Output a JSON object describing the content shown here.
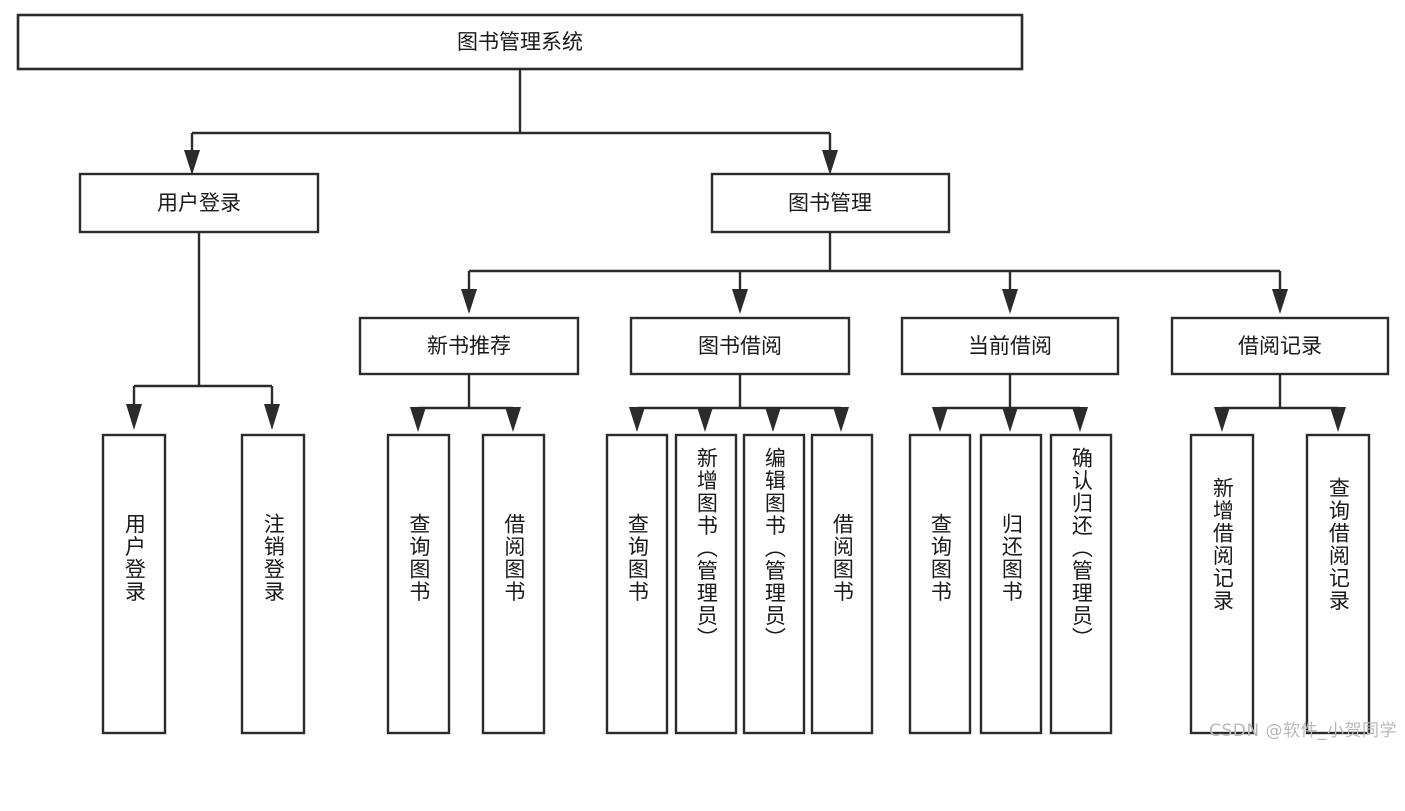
{
  "diagram": {
    "type": "tree-hierarchy-chart",
    "title": "图书管理系统",
    "orientation": "top-down",
    "colors": {
      "box_fill": "#ffffff",
      "box_stroke": "#2b2b2b",
      "text": "#1a1a1a",
      "background": "#ffffff",
      "watermark": "#b9b9b9"
    },
    "root": {
      "id": "root",
      "label": "图书管理系统",
      "level": 1,
      "orientation": "horizontal"
    },
    "level2": [
      {
        "id": "user-login",
        "label": "用户登录",
        "level": 2,
        "orientation": "horizontal"
      },
      {
        "id": "book-management",
        "label": "图书管理",
        "level": 2,
        "orientation": "horizontal"
      }
    ],
    "level3": [
      {
        "id": "new-book-recommend",
        "label": "新书推荐",
        "level": 3,
        "parent": "book-management",
        "orientation": "horizontal"
      },
      {
        "id": "book-borrow",
        "label": "图书借阅",
        "level": 3,
        "parent": "book-management",
        "orientation": "horizontal"
      },
      {
        "id": "current-borrow",
        "label": "当前借阅",
        "level": 3,
        "parent": "book-management",
        "orientation": "horizontal"
      },
      {
        "id": "borrow-record",
        "label": "借阅记录",
        "level": 3,
        "parent": "book-management",
        "orientation": "horizontal"
      }
    ],
    "leaves": [
      {
        "id": "leaf-user-login",
        "label": "用户登录",
        "parent": "user-login",
        "orientation": "vertical"
      },
      {
        "id": "leaf-logout",
        "label": "注销登录",
        "parent": "user-login",
        "orientation": "vertical"
      },
      {
        "id": "leaf-query-book-recommend",
        "label": "查询图书",
        "parent": "new-book-recommend",
        "orientation": "vertical"
      },
      {
        "id": "leaf-borrow-book-recommend",
        "label": "借阅图书",
        "parent": "new-book-recommend",
        "orientation": "vertical"
      },
      {
        "id": "leaf-query-book-borrow",
        "label": "查询图书",
        "parent": "book-borrow",
        "orientation": "vertical"
      },
      {
        "id": "leaf-add-book-admin",
        "label": "新增图书（管理员）",
        "parent": "book-borrow",
        "orientation": "vertical"
      },
      {
        "id": "leaf-edit-book-admin",
        "label": "编辑图书（管理员）",
        "parent": "book-borrow",
        "orientation": "vertical"
      },
      {
        "id": "leaf-borrow-book",
        "label": "借阅图书",
        "parent": "book-borrow",
        "orientation": "vertical"
      },
      {
        "id": "leaf-query-book-current",
        "label": "查询图书",
        "parent": "current-borrow",
        "orientation": "vertical"
      },
      {
        "id": "leaf-return-book",
        "label": "归还图书",
        "parent": "current-borrow",
        "orientation": "vertical"
      },
      {
        "id": "leaf-confirm-return-admin",
        "label": "确认归还（管理员）",
        "parent": "current-borrow",
        "orientation": "vertical"
      },
      {
        "id": "leaf-add-borrow-record",
        "label": "新增借阅记录",
        "parent": "borrow-record",
        "orientation": "vertical"
      },
      {
        "id": "leaf-query-borrow-record",
        "label": "查询借阅记录",
        "parent": "borrow-record",
        "orientation": "vertical"
      }
    ],
    "watermark": "CSDN @软件_小贺同学"
  }
}
